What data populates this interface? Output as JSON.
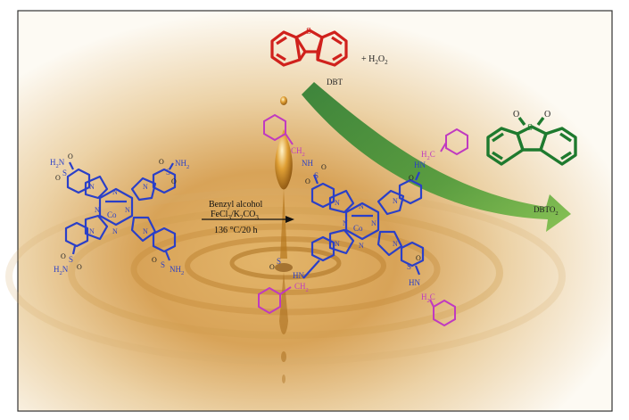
{
  "reaction": {
    "conditions": {
      "reagent": "Benzyl alcohol",
      "catalyst_prefix": "FeCl",
      "catalyst_sub1": "3",
      "catalyst_mid": "/K",
      "catalyst_sub2": "2",
      "catalyst_mid2": "CO",
      "catalyst_sub3": "3",
      "temperature_time": "136 °C/20 h"
    },
    "oxidant": {
      "prefix": "+ H",
      "sub1": "2",
      "mid": "O",
      "sub2": "2"
    },
    "substrate_label": "DBT",
    "product_label": {
      "prefix": "DBTO",
      "sub": "2"
    }
  },
  "atoms": {
    "sulfur": "S",
    "oxygen": "O",
    "cobalt": "Co",
    "nitrogen": "N",
    "amide_nh": "NH",
    "amine": "NH",
    "amine_sub": "2",
    "amine_left": "H",
    "amine_left_sub": "2",
    "amine_left_tail": "N",
    "hn": "HN",
    "ch2": "CH",
    "ch2_sub": "2",
    "h2c": "H",
    "h2c_sub": "2",
    "h2c_tail": "C"
  },
  "colors": {
    "phthalocyanine": "#2a3fc8",
    "dbt": "#d0211c",
    "dbto2": "#1e7a2e",
    "benzyl": "#c03ac0",
    "arrow": "#3d8a2a",
    "oil": "#c98a2c"
  }
}
